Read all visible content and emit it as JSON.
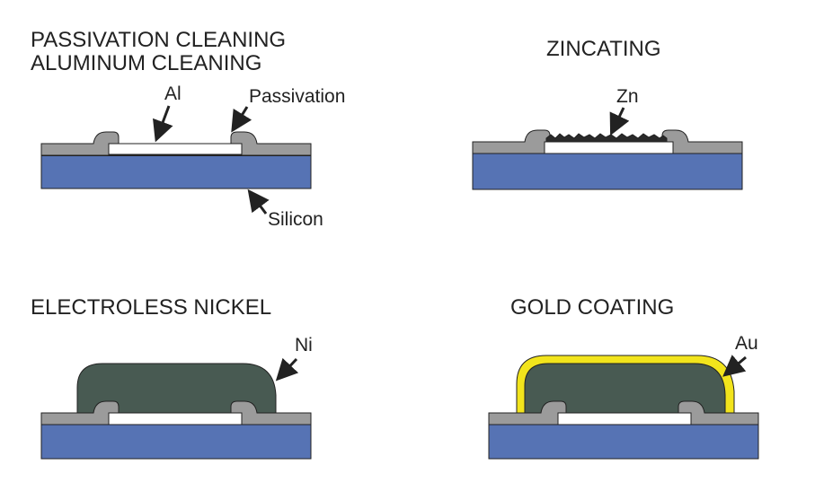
{
  "panels": {
    "cleaning": {
      "title_line1": "PASSIVATION CLEANING",
      "title_line2": "ALUMINUM CLEANING",
      "labels": {
        "al": "Al",
        "passivation": "Passivation",
        "silicon": "Silicon"
      }
    },
    "zincating": {
      "title": "ZINCATING",
      "labels": {
        "zn": "Zn"
      }
    },
    "nickel": {
      "title": "ELECTROLESS NICKEL",
      "labels": {
        "ni": "Ni"
      }
    },
    "gold": {
      "title": "GOLD COATING",
      "labels": {
        "au": "Au"
      }
    }
  },
  "colors": {
    "silicon": "#5673b4",
    "passivation": "#9b9b9b",
    "aluminum": "#ffffff",
    "nickel": "#485a52",
    "gold": "#f2e41c",
    "zinc": "#2a2a2a",
    "outline": "#222222"
  }
}
